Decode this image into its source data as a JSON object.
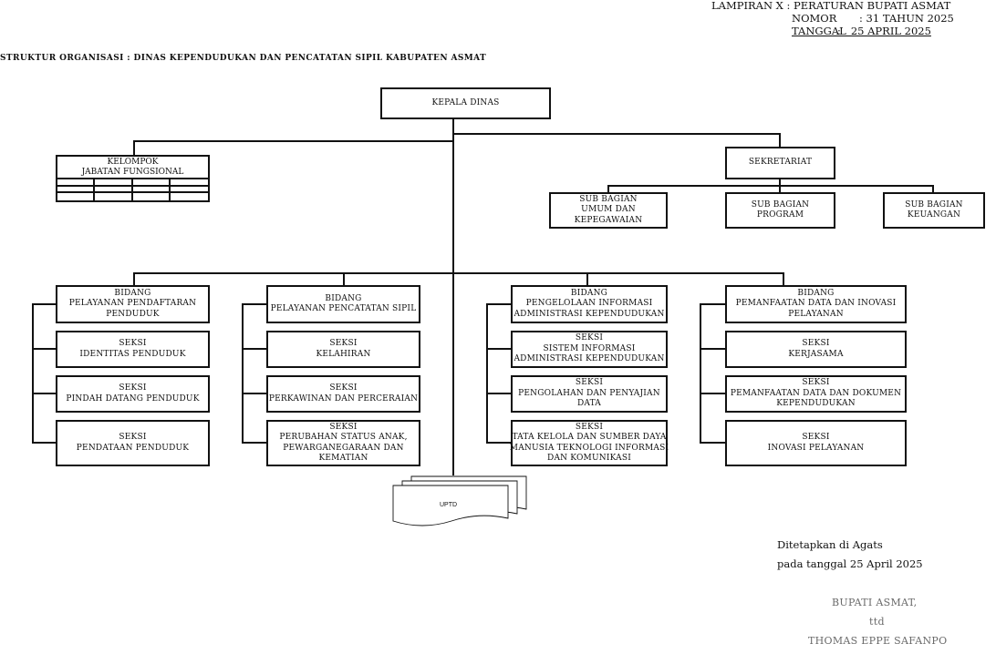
{
  "header": {
    "lampiran": "LAMPIRAN X : PERATURAN BUPATI ASMAT",
    "nomor_label": "NOMOR",
    "nomor_value": ": 31 TAHUN 2025",
    "tanggal_label": "TANGGAL",
    "tanggal_value": ":   25 APRIL 2025"
  },
  "title": "STRUKTUR ORGANISASI : DINAS KEPENDUDUKAN DAN PENCATATAN SIPIL KABUPATEN ASMAT",
  "chart": {
    "kepala": "KEPALA  DINAS",
    "kelompok": {
      "line1": "KELOMPOK",
      "line2": "JABATAN  FUNGSIONAL"
    },
    "sekretariat": "SEKRETARIAT",
    "sub_bagian": [
      {
        "line1": "SUB BAGIAN",
        "line2": "UMUM DAN",
        "line3": "KEPEGAWAIAN"
      },
      {
        "line1": "SUB BAGIAN",
        "line2": "PROGRAM"
      },
      {
        "line1": "SUB BAGIAN",
        "line2": "KEUANGAN"
      }
    ],
    "bidang": [
      {
        "head": {
          "line1": "BIDANG",
          "line2": "PELAYANAN  PENDAFTARAN",
          "line3": "PENDUDUK"
        },
        "seksi": [
          {
            "line1": "SEKSI",
            "line2": "IDENTITAS  PENDUDUK"
          },
          {
            "line1": "SEKSI",
            "line2": "PINDAH  DATANG  PENDUDUK"
          },
          {
            "line1": "SEKSI",
            "line2": "PENDATAAN  PENDUDUK"
          }
        ]
      },
      {
        "head": {
          "line1": "BIDANG",
          "line2": "PELAYANAN  PENCATATAN  SIPIL"
        },
        "seksi": [
          {
            "line1": "SEKSI",
            "line2": "KELAHIRAN"
          },
          {
            "line1": "SEKSI",
            "line2": "PERKAWINAN  DAN  PERCERAIAN"
          },
          {
            "line1": "SEKSI",
            "line2": "PERUBAHAN  STATUS  ANAK,",
            "line3": "PEWARGANEGARAAN   DAN",
            "line4": "KEMATIAN"
          }
        ]
      },
      {
        "head": {
          "line1": "BIDANG",
          "line2": "PENGELOLAAN   INFORMASI",
          "line3": "ADMINISTRASI   KEPENDUDUKAN"
        },
        "seksi": [
          {
            "line1": "SEKSI",
            "line2": "SISTEM  INFORMASI",
            "line3": "ADMINISTRASI   KEPENDUDUKAN"
          },
          {
            "line1": "SEKSI",
            "line2": "PENGOLAHAN   DAN  PENYAJIAN",
            "line3": "DATA"
          },
          {
            "line1": "SEKSI",
            "line2": "TATA  KELOLA  DAN  SUMBER  DAYA",
            "line3": "MANUSIA  TEKNOLOGI  INFORMASI",
            "line4": "DAN  KOMUNIKASI"
          }
        ]
      },
      {
        "head": {
          "line1": "BIDANG",
          "line2": "PEMANFAATAN   DATA  DAN  INOVASI",
          "line3": "PELAYANAN"
        },
        "seksi": [
          {
            "line1": "SEKSI",
            "line2": "KERJASAMA"
          },
          {
            "line1": "SEKSI",
            "line2": "PEMANFAATAN   DATA  DAN  DOKUMEN",
            "line3": "KEPENDUDUKAN"
          },
          {
            "line1": "SEKSI",
            "line2": "INOVASI  PELAYANAN"
          }
        ]
      }
    ],
    "uptd": "UPTD"
  },
  "signature": {
    "place": "Ditetapkan di Agats",
    "date": "pada tanggal 25 April 2025",
    "office": "BUPATI ASMAT,",
    "ttd": "ttd",
    "name": "THOMAS EPPE SAFANPO"
  }
}
